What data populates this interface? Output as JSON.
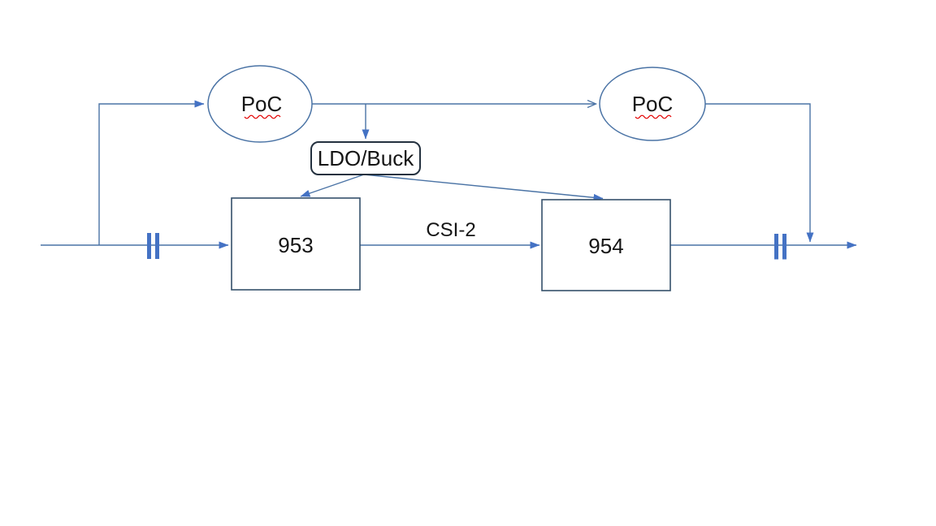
{
  "colors": {
    "background": "#ffffff",
    "connector": "#4a73a5",
    "arrow_fill": "#4472c4",
    "capacitor": "#4472c4",
    "ellipse_outline": "#4a73a5",
    "box_outline": "#35506b",
    "ldo_outline": "#24313f",
    "shape_fill": "#ffffff",
    "text": "#151515",
    "squiggle": "#e30000"
  },
  "nodes": {
    "poc_left": {
      "label": "PoC",
      "shape": "ellipse"
    },
    "poc_right": {
      "label": "PoC",
      "shape": "ellipse"
    },
    "ldo_buck": {
      "label": "LDO/Buck",
      "shape": "rounded-rectangle"
    },
    "chip_953": {
      "label": "953",
      "shape": "rectangle"
    },
    "chip_954": {
      "label": "954",
      "shape": "rectangle"
    }
  },
  "edges": {
    "csi2_label": "CSI-2"
  },
  "symbols": {
    "capacitor_left": "coax-coupling-capacitor",
    "capacitor_right": "coax-coupling-capacitor"
  }
}
